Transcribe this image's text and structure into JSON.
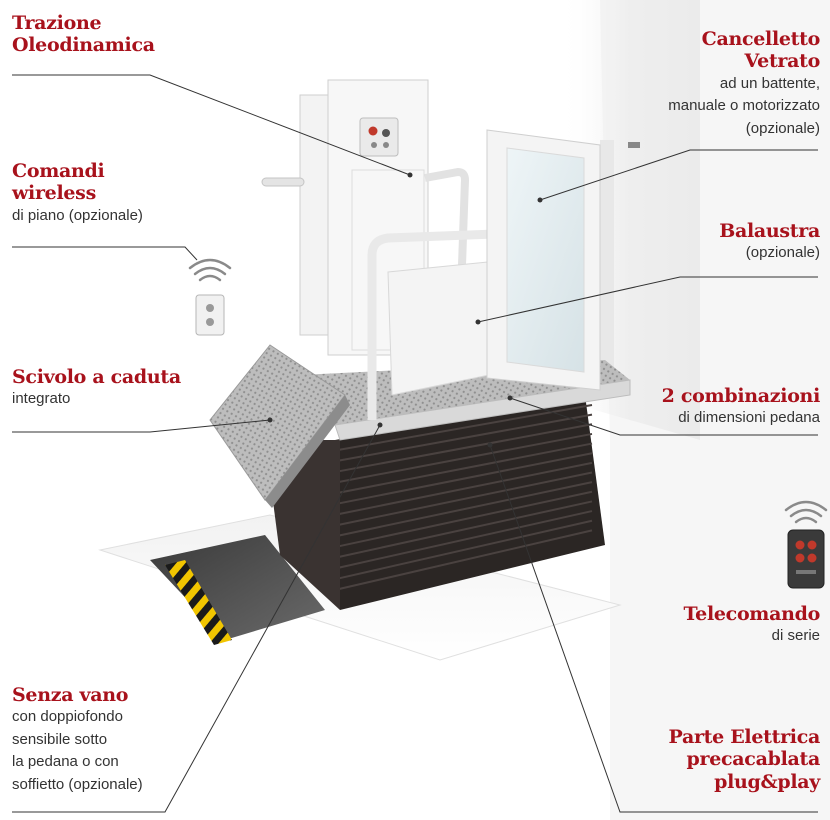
{
  "colors": {
    "accent": "#a8121c",
    "text": "#333333",
    "leader": "#333333"
  },
  "labels": {
    "trazione": {
      "title": [
        "Trazione",
        "Oleodinamica"
      ],
      "desc": []
    },
    "comandi": {
      "title": [
        "Comandi",
        "wireless"
      ],
      "desc": [
        "di piano (opzionale)"
      ]
    },
    "scivolo": {
      "title": [
        "Scivolo a caduta"
      ],
      "desc": [
        "integrato"
      ]
    },
    "senza_vano": {
      "title": [
        "Senza vano"
      ],
      "desc": [
        "con doppiofondo",
        "sensibile sotto",
        "la pedana o con",
        "soffietto (opzionale)"
      ]
    },
    "cancelletto": {
      "title": [
        "Cancelletto",
        "Vetrato"
      ],
      "desc": [
        "ad un battente,",
        "manuale o motorizzato",
        "(opzionale)"
      ]
    },
    "balaustra": {
      "title": [
        "Balaustra"
      ],
      "desc": [
        "(opzionale)"
      ]
    },
    "combinazioni": {
      "title": [
        "2 combinazioni"
      ],
      "desc": [
        "di dimensioni pedana"
      ]
    },
    "telecomando": {
      "title": [
        "Telecomando"
      ],
      "desc": [
        "di serie"
      ]
    },
    "parte_elettrica": {
      "title": [
        "Parte Elettrica",
        "precacablata",
        "plug&play"
      ],
      "desc": []
    }
  },
  "icons": [
    "wall-switch-icon",
    "remote-control-icon",
    "wireless-signal-icon"
  ]
}
